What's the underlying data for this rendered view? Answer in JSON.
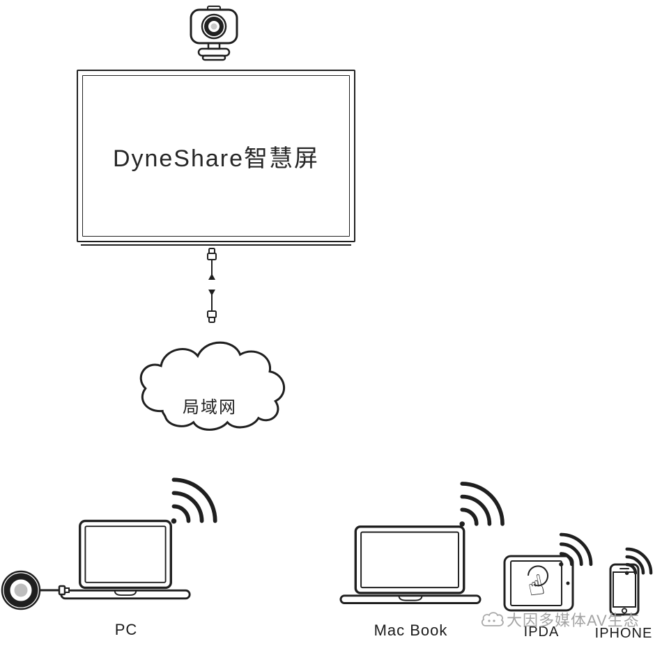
{
  "diagram": {
    "title": "DyneShare智慧屏",
    "network_label": "局域网",
    "devices": [
      {
        "id": "pc",
        "label": "PC"
      },
      {
        "id": "macbook",
        "label": "Mac Book"
      },
      {
        "id": "ipda",
        "label": "IPDA"
      },
      {
        "id": "iphone",
        "label": "IPHONE"
      }
    ],
    "watermark_text": "大因多媒体AV生态",
    "colors": {
      "line": "#1f1f1f",
      "text": "#1a1a1a",
      "watermark": "#a3a3a3"
    }
  }
}
